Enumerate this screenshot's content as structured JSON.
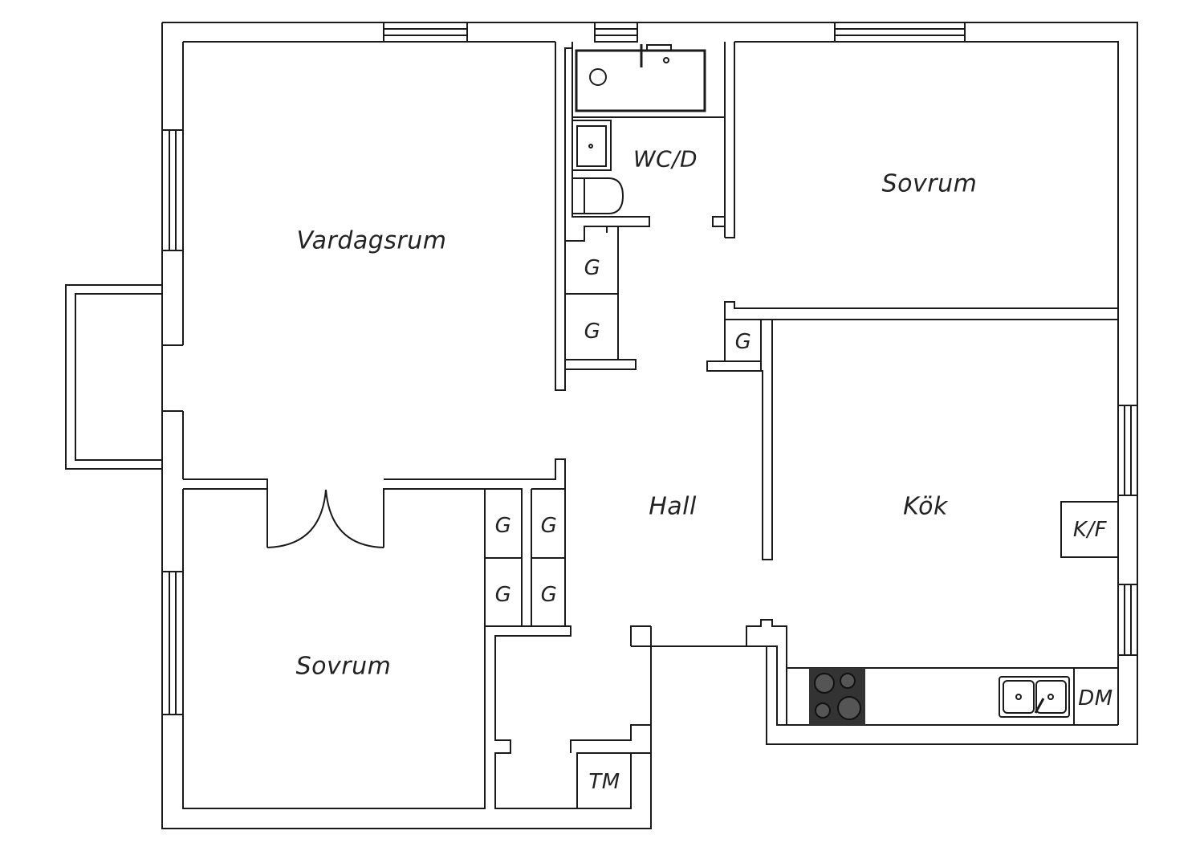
{
  "rooms": {
    "vardagsrum": "Vardagsrum",
    "wc": "WC/D",
    "sovrum_top": "Sovrum",
    "sovrum_bottom": "Sovrum",
    "hall": "Hall",
    "kok": "Kök"
  },
  "fixtures": {
    "g": "G",
    "kf": "K/F",
    "dm": "DM",
    "tm": "TM"
  },
  "colors": {
    "line": "#1a1a1a",
    "background": "#ffffff",
    "stove": "#333333"
  }
}
